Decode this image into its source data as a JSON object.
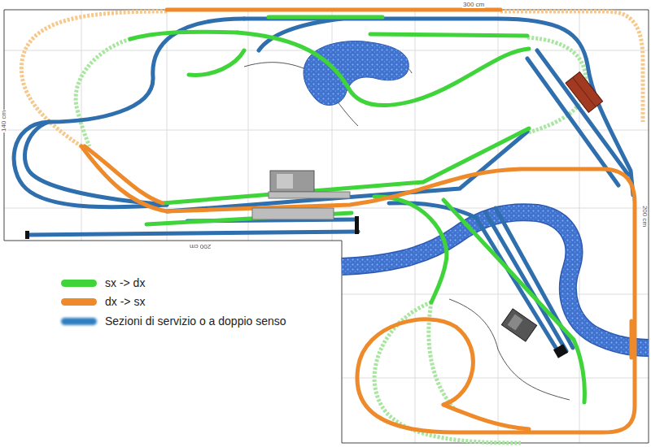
{
  "diagram": {
    "labels": [
      "300 cm",
      "140 cm",
      "200 cm",
      "200 cm"
    ],
    "legend": [
      {
        "text": "sx -> dx",
        "color": "#3fd43a"
      },
      {
        "text": "dx -> sx",
        "color": "#ee8a2a"
      },
      {
        "text": "Sezioni di servizio o a doppio senso",
        "color": "#2f7fc0"
      }
    ]
  }
}
